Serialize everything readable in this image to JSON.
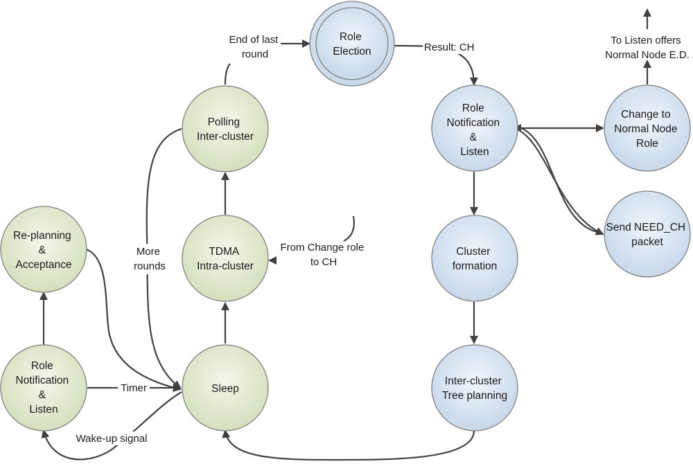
{
  "nodes": {
    "role_election": {
      "lines": [
        "Role",
        "Election"
      ]
    },
    "role_notification_ch": {
      "lines": [
        "Role",
        "Notification",
        "&",
        "Listen"
      ]
    },
    "change_normal": {
      "lines": [
        "Change to",
        "Normal Node",
        "Role"
      ]
    },
    "send_need_ch": {
      "lines": [
        "Send NEED_CH",
        "packet"
      ]
    },
    "cluster_formation": {
      "lines": [
        "Cluster",
        "formation"
      ]
    },
    "inter_tree": {
      "lines": [
        "Inter-cluster",
        "Tree planning"
      ]
    },
    "polling": {
      "lines": [
        "Polling",
        "Inter-cluster"
      ]
    },
    "tdma": {
      "lines": [
        "TDMA",
        "Intra-cluster"
      ]
    },
    "sleep": {
      "lines": [
        "Sleep"
      ]
    },
    "replanning": {
      "lines": [
        "Re-planning",
        "&",
        "Acceptance"
      ]
    },
    "role_notification_nn": {
      "lines": [
        "Role",
        "Notification",
        "&",
        "Listen"
      ]
    }
  },
  "labels": {
    "end_of_last_round": {
      "lines": [
        "End of last",
        "round"
      ]
    },
    "result_ch": {
      "lines": [
        "Result: CH"
      ]
    },
    "to_listen_offers": {
      "lines": [
        "To Listen offers",
        "Normal Node E.D."
      ]
    },
    "more_rounds": {
      "lines": [
        "More",
        "rounds"
      ]
    },
    "from_change_role": {
      "lines": [
        "From Change role",
        "to CH"
      ]
    },
    "timer": {
      "lines": [
        "Timer"
      ]
    },
    "wakeup": {
      "lines": [
        "Wake-up signal"
      ]
    }
  },
  "colors": {
    "green_fill_light": "#f4f6ea",
    "green_fill_dark": "#d6dfbd",
    "blue_fill_light": "#f0f5fb",
    "blue_fill_dark": "#c7d8ea",
    "stroke": "#7f7f7f",
    "edge": "#404040"
  }
}
